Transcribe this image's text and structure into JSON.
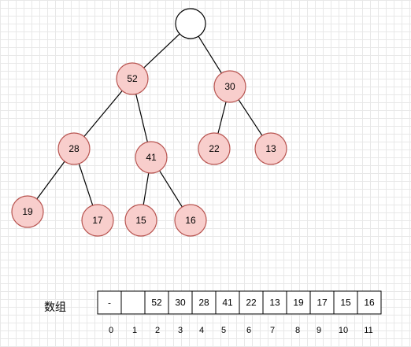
{
  "tree": {
    "nodes": [
      {
        "id": "root",
        "label": "",
        "style": "empty"
      },
      {
        "id": "n52",
        "label": "52",
        "style": "filled"
      },
      {
        "id": "n30",
        "label": "30",
        "style": "filled"
      },
      {
        "id": "n28",
        "label": "28",
        "style": "filled"
      },
      {
        "id": "n41",
        "label": "41",
        "style": "filled"
      },
      {
        "id": "n22",
        "label": "22",
        "style": "filled"
      },
      {
        "id": "n13",
        "label": "13",
        "style": "filled"
      },
      {
        "id": "n19",
        "label": "19",
        "style": "filled"
      },
      {
        "id": "n17",
        "label": "17",
        "style": "filled"
      },
      {
        "id": "n15",
        "label": "15",
        "style": "filled"
      },
      {
        "id": "n16",
        "label": "16",
        "style": "filled"
      }
    ],
    "edges": [
      [
        "root",
        "n52"
      ],
      [
        "root",
        "n30"
      ],
      [
        "n52",
        "n28"
      ],
      [
        "n52",
        "n41"
      ],
      [
        "n30",
        "n22"
      ],
      [
        "n30",
        "n13"
      ],
      [
        "n28",
        "n19"
      ],
      [
        "n28",
        "n17"
      ],
      [
        "n41",
        "n15"
      ],
      [
        "n41",
        "n16"
      ]
    ]
  },
  "array": {
    "label": "数组",
    "cells": [
      "-",
      "",
      "52",
      "30",
      "28",
      "41",
      "22",
      "13",
      "19",
      "17",
      "15",
      "16"
    ],
    "indices": [
      "0",
      "1",
      "2",
      "3",
      "4",
      "5",
      "6",
      "7",
      "8",
      "9",
      "10",
      "11"
    ]
  },
  "colors": {
    "node_fill": "#f8cecc",
    "node_stroke": "#b85450",
    "line": "#000000",
    "empty_fill": "#ffffff"
  }
}
